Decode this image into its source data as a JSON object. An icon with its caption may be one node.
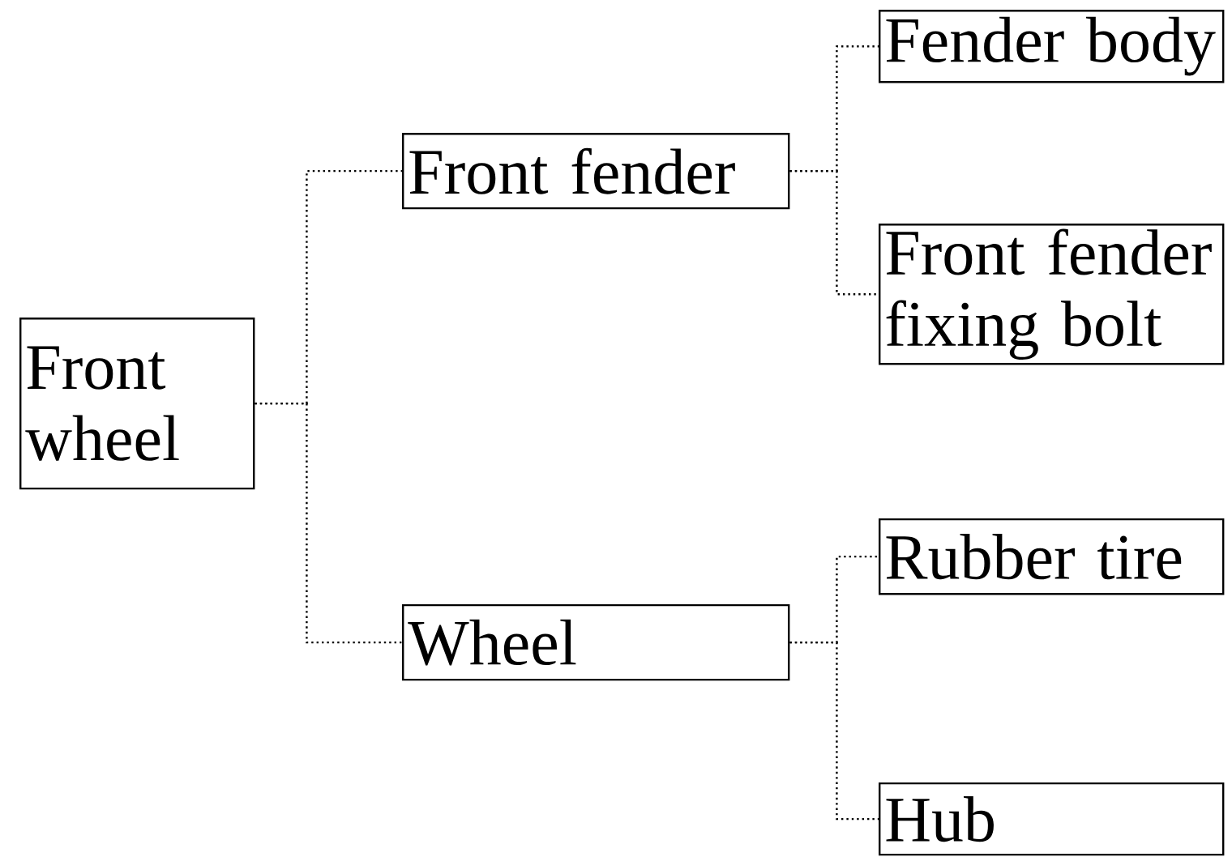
{
  "diagram": {
    "nodes": [
      {
        "text": [
          "Front wheel"
        ]
      },
      {
        "text": [
          "Front fender"
        ]
      },
      {
        "text": [
          "Wheel"
        ]
      },
      {
        "text": [
          "Fender body"
        ]
      },
      {
        "text": [
          "Front fender fixing bolt"
        ]
      },
      {
        "text": [
          "Rubber tire"
        ]
      },
      {
        "text": [
          "Hub"
        ]
      }
    ],
    "edges": [
      {
        "from": 0,
        "to": 1,
        "arrow": "none"
      },
      {
        "from": 0,
        "to": 2,
        "arrow": "none"
      },
      {
        "from": 1,
        "to": 3,
        "arrow": "none"
      },
      {
        "from": 1,
        "to": 4,
        "arrow": "none"
      },
      {
        "from": 2,
        "to": 5,
        "arrow": "none"
      },
      {
        "from": 2,
        "to": 6,
        "arrow": "none"
      }
    ]
  }
}
